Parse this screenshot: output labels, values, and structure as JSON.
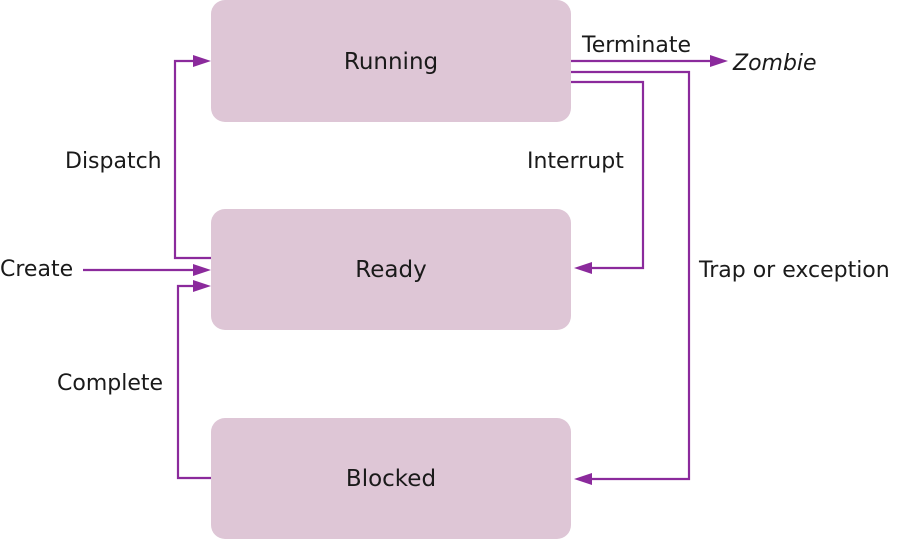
{
  "states": {
    "running": "Running",
    "ready": "Ready",
    "blocked": "Blocked"
  },
  "transitions": {
    "terminate": "Terminate",
    "zombie": "Zombie",
    "dispatch": "Dispatch",
    "interrupt": "Interrupt",
    "create": "Create",
    "trap": "Trap or exception",
    "complete": "Complete"
  },
  "colors": {
    "box_fill": "#dec6d6",
    "arrow": "#8b2a9c"
  }
}
